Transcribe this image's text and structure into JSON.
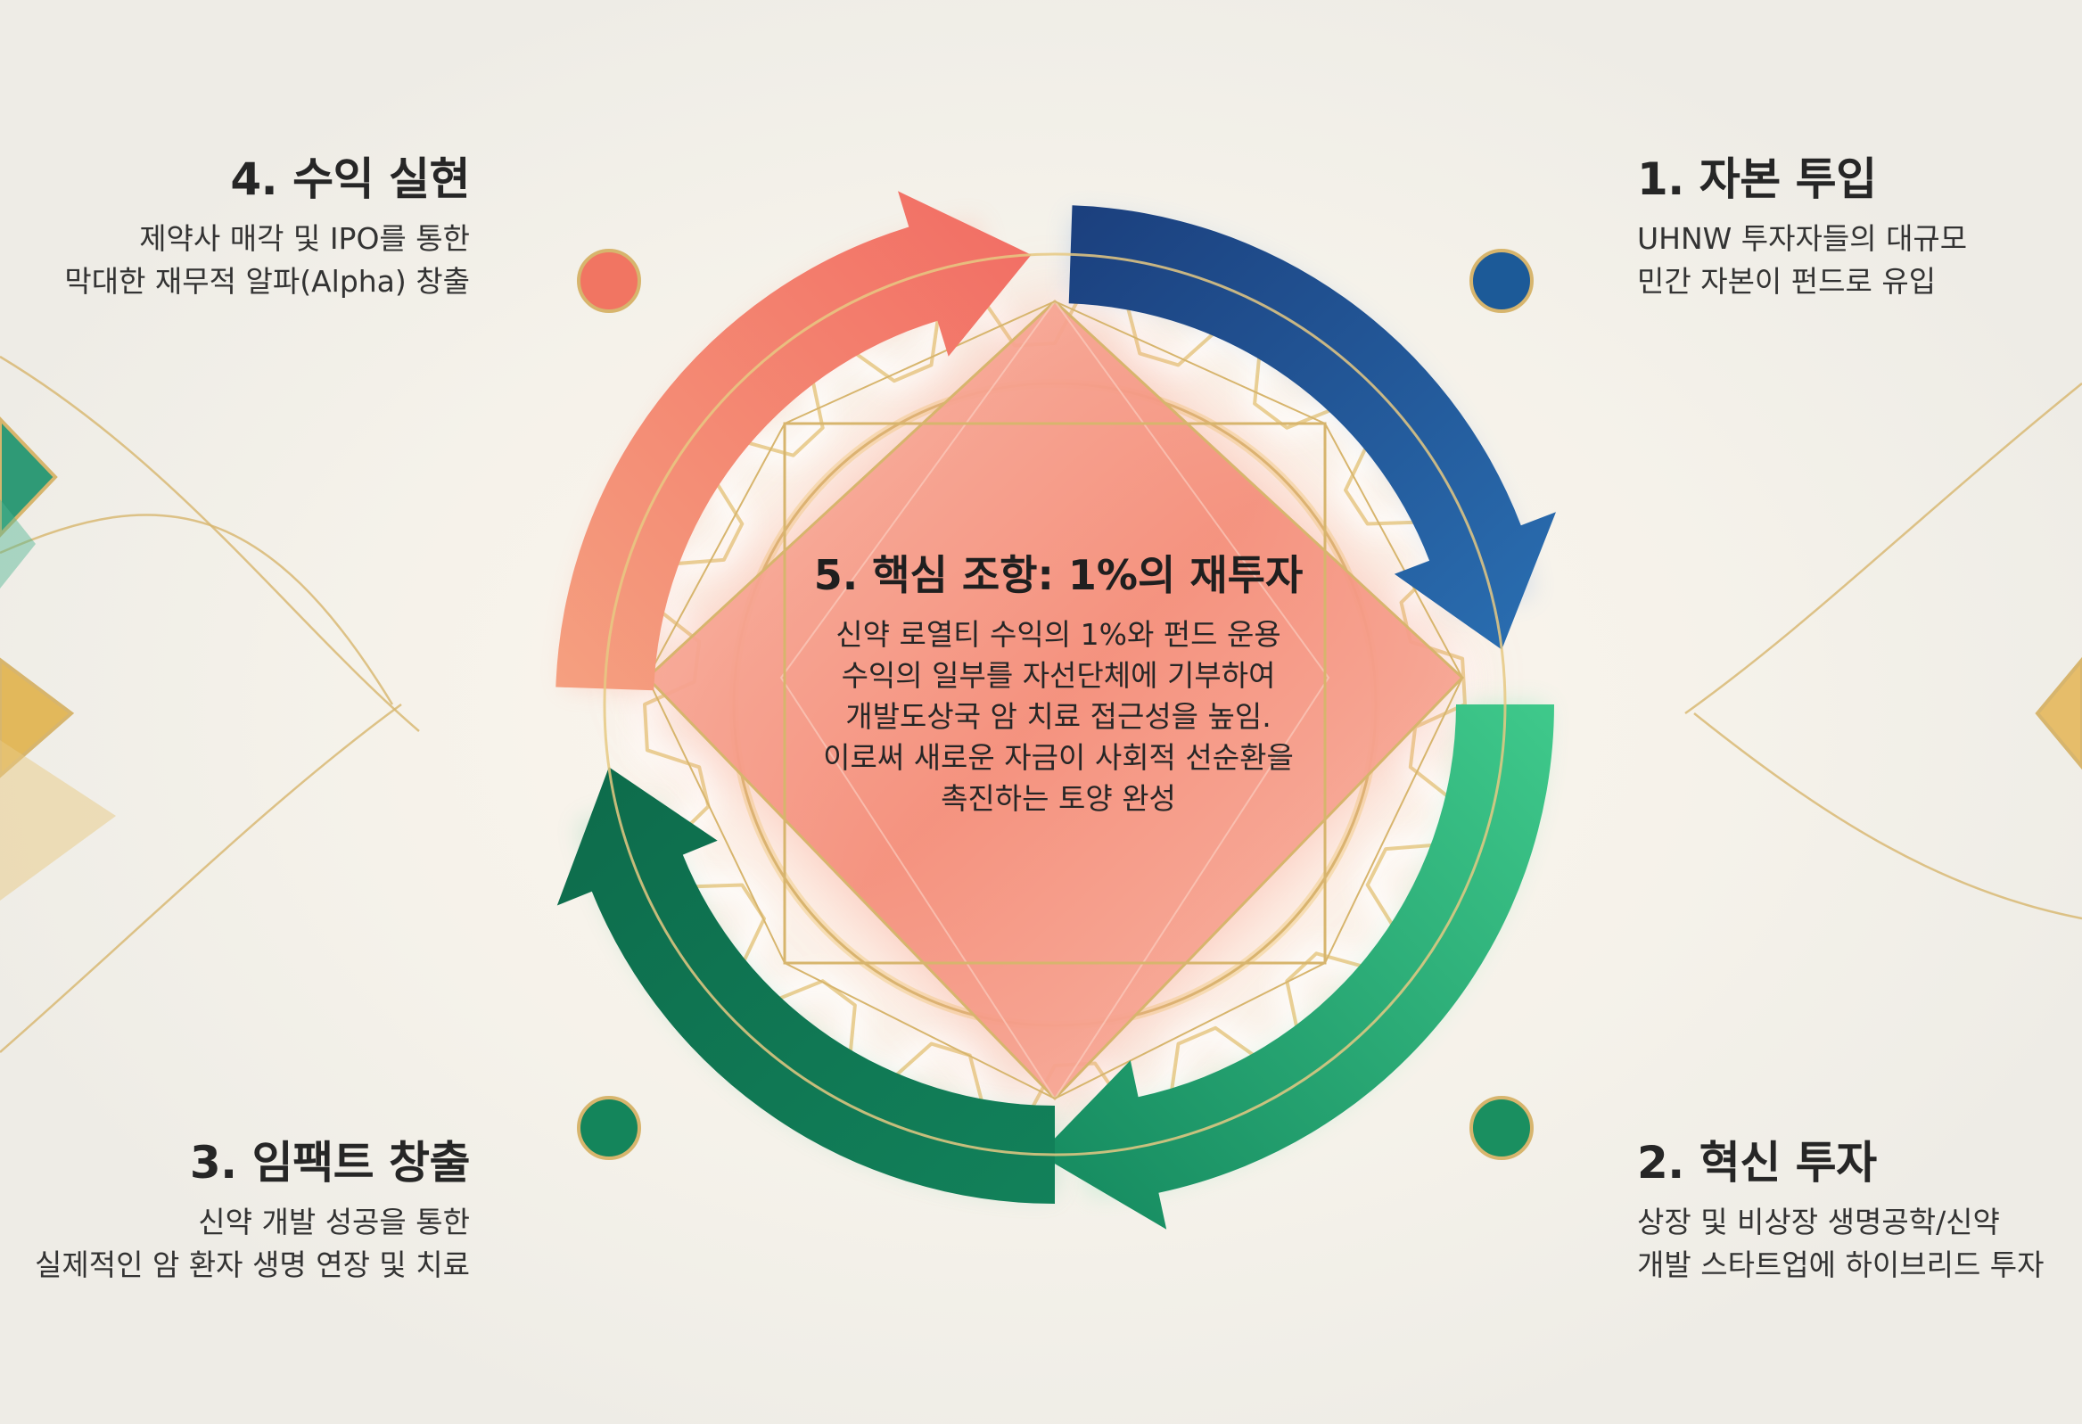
{
  "colors": {
    "background": "#f2f1ec",
    "capital_blue": "#1e4b8c",
    "innovation_green": "#23a06c",
    "impact_green": "#0f7a55",
    "return_coral": "#f47a6a",
    "core_coral": "#f8a18f",
    "gold_line": "#d7b56d"
  },
  "steps": [
    {
      "title": "1. 자본 투입",
      "lines": [
        "UHNW 투자자들의 대규모",
        "민간 자본이 펀드로 유입"
      ]
    },
    {
      "title": "2. 혁신 투자",
      "lines": [
        "상장 및 비상장 생명공학/신약",
        "개발 스타트업에 하이브리드 투자"
      ]
    },
    {
      "title": "3. 임팩트 창출",
      "lines": [
        "신약 개발 성공을 통한",
        "실제적인 암 환자 생명 연장 및 치료"
      ]
    },
    {
      "title": "4. 수익 실현",
      "lines": [
        "제약사 매각 및 IPO를 통한",
        "막대한 재무적 알파(Alpha) 창출"
      ]
    }
  ],
  "core": {
    "title": "5. 핵심 조항: 1%의 재투자",
    "lines": [
      "신약 로열티 수익의 1%와 펀드 운용",
      "수익의 일부를 자선단체에 기부하여",
      "개발도상국 암 치료 접근성을 높임.",
      "이로써 새로운 자금이 사회적 선순환을",
      "촉진하는 토양 완성"
    ]
  },
  "icons": {
    "cycle_arrows": "circular-arrow-icon",
    "gear": "gear-icon",
    "diamond": "diamond-icon"
  }
}
